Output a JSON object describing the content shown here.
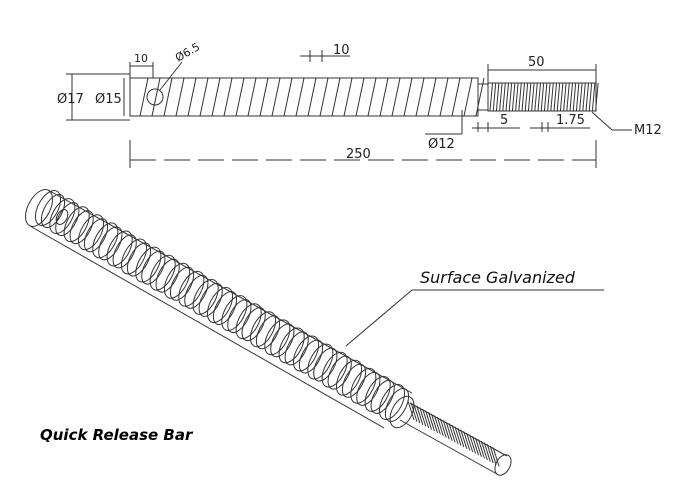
{
  "drawing": {
    "dims": {
      "outer_dia": "Ø17",
      "inner_dia": "Ø15",
      "hole_offset": "10",
      "hole_dia": "Ø6.5",
      "pitch": "10",
      "thread_len": "50",
      "shank_dia": "Ø12",
      "shoulder": "5",
      "thread_pitch": "1.75",
      "thread_size": "M12",
      "total_len": "250"
    }
  },
  "annotations": {
    "surface": "Surface Galvanized",
    "title": "Quick Release Bar"
  },
  "colors": {
    "line": "#333333",
    "text": "#111111",
    "background": "#ffffff"
  }
}
